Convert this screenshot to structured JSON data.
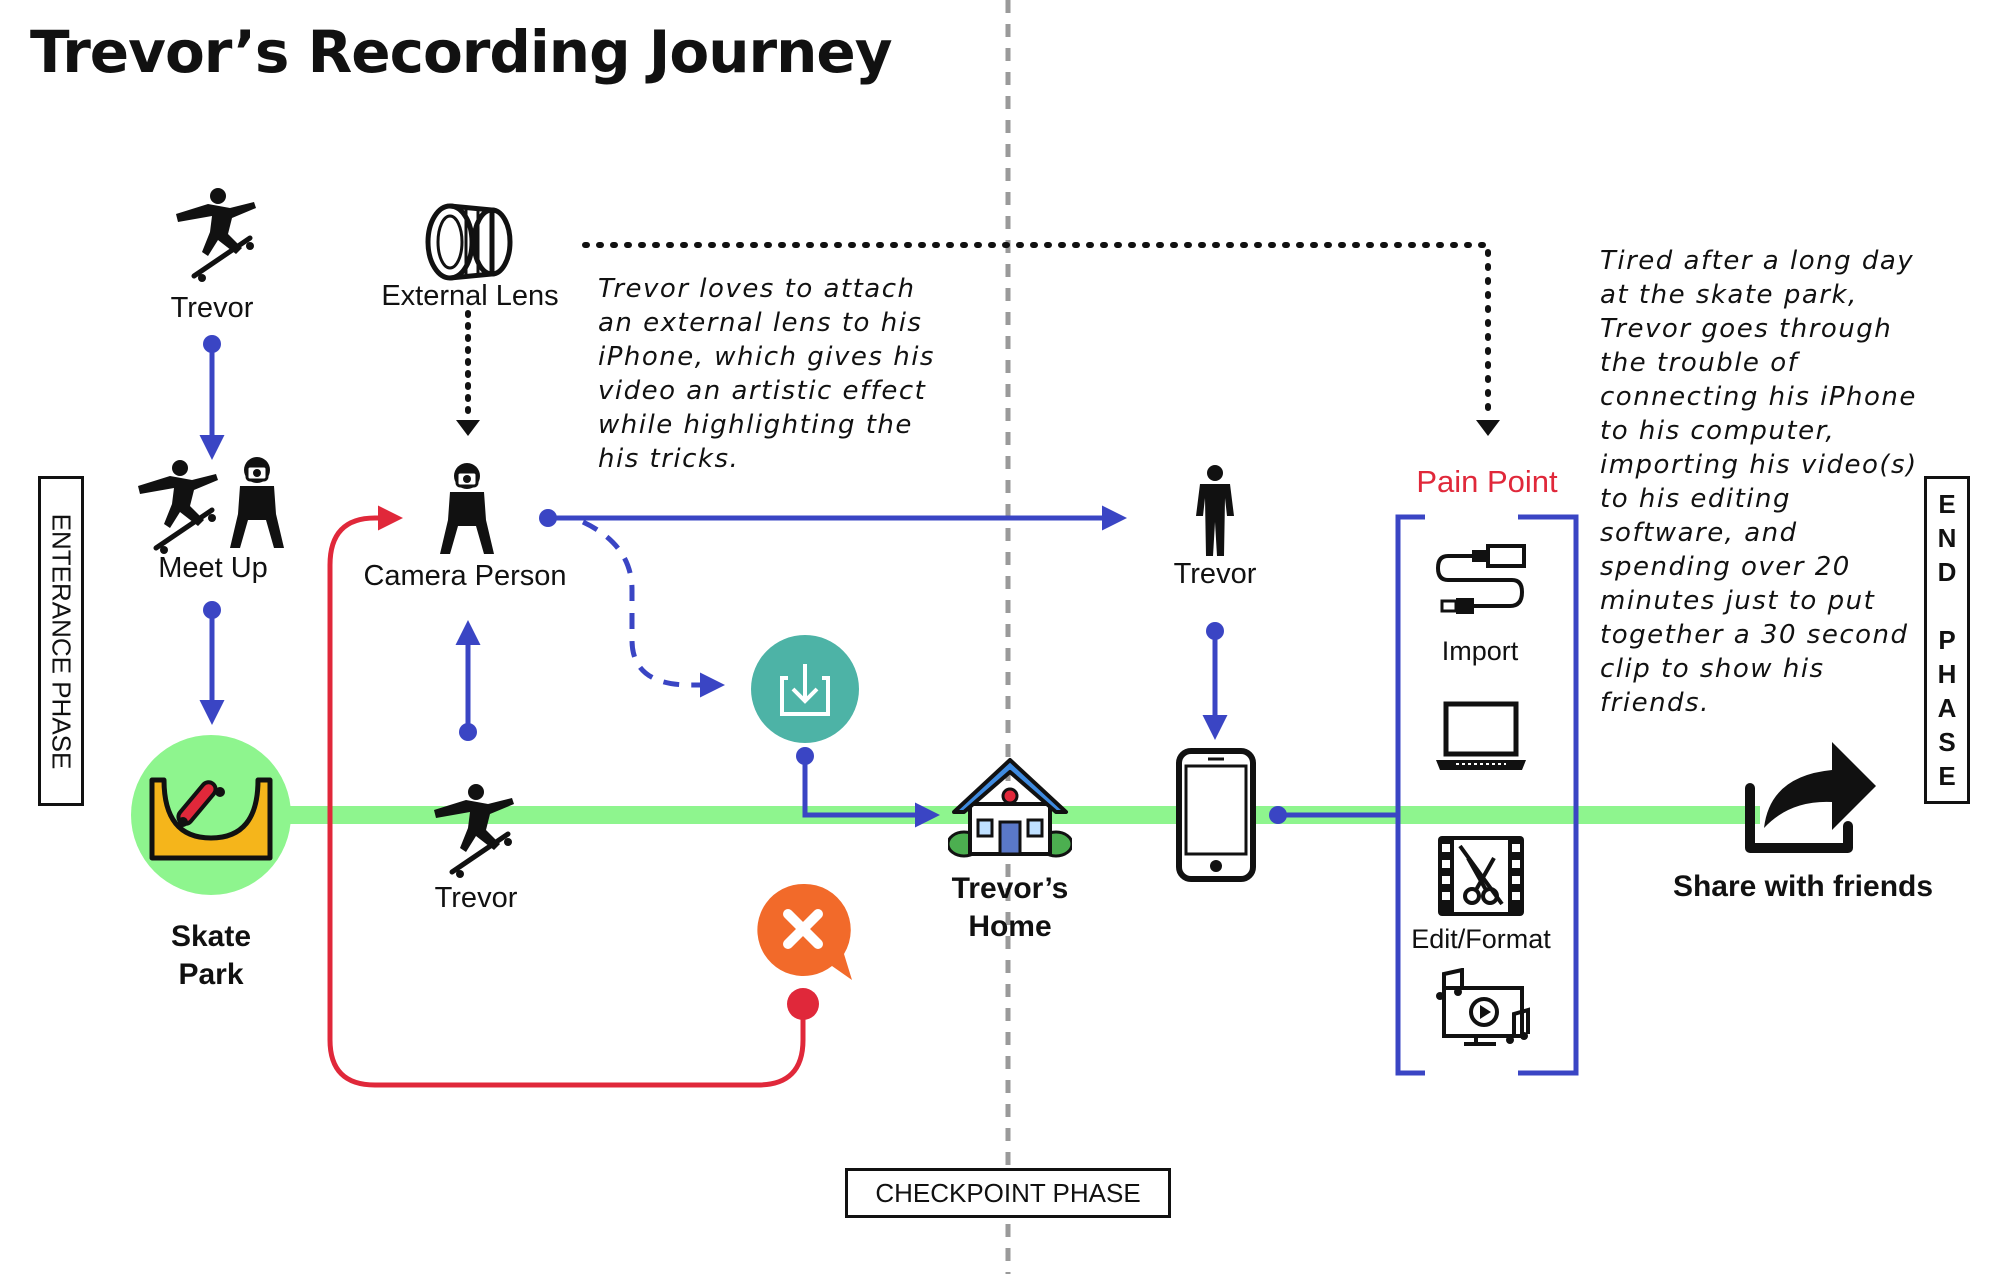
{
  "title": "Trevor’s Recording Journey",
  "phases": {
    "entrance": "ENTERANCE PHASE",
    "checkpoint": "CHECKPOINT PHASE",
    "end": "END PHASE"
  },
  "nodes": {
    "trevor_top": "Trevor",
    "meet_up": "Meet Up",
    "skate_park_line1": "Skate",
    "skate_park_line2": "Park",
    "external_lens": "External Lens",
    "camera_person": "Camera Person",
    "trevor_skating": "Trevor",
    "trevors_home_line1": "Trevor’s",
    "trevors_home_line2": "Home",
    "trevor_standing": "Trevor",
    "pain_point": "Pain Point",
    "import": "Import",
    "edit_format": "Edit/Format",
    "share": "Share with friends"
  },
  "notes": {
    "lens_note": "Trevor loves to attach\nan external lens to his\niPhone, which gives his\nvideo an artistic effect\nwhile highlighting the\nhis tricks.",
    "end_note": "Tired after a long day\nat the skate park,\nTrevor goes through\nthe trouble of\nconnecting his iPhone\nto his computer,\nimporting his video(s)\nto his editing\nsoftware, and\nspending over 20\nminutes just to put\ntogether a 30 second\nclip to show his\nfriends."
  },
  "colors": {
    "timeline": "#8ef58e",
    "flow_blue": "#3a45c4",
    "error_red": "#e0283a",
    "download_teal": "#4db3a6",
    "error_orange": "#f26a2a",
    "divider_gray": "#9a9a9a"
  },
  "icons": [
    "skater-icon",
    "camera-person-icon",
    "lens-icon",
    "skate-ramp-icon",
    "download-icon",
    "error-bubble-icon",
    "house-icon",
    "person-icon",
    "smartphone-icon",
    "usb-cable-icon",
    "laptop-icon",
    "video-edit-icon",
    "media-icon",
    "share-arrow-icon"
  ]
}
